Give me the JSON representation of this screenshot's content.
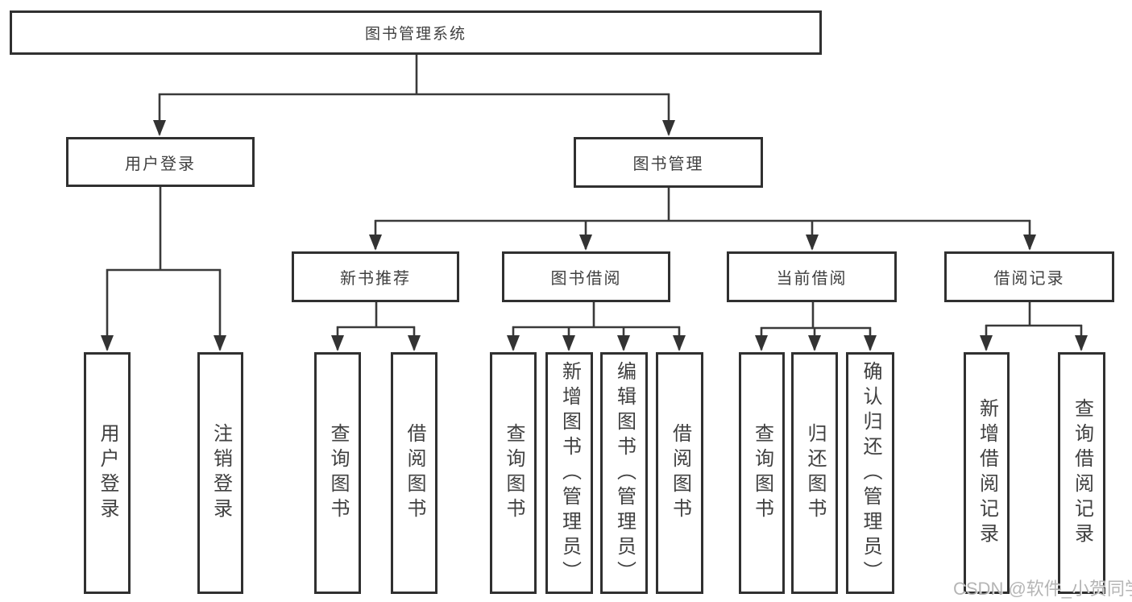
{
  "diagram": {
    "root": {
      "label": "图书管理系统"
    },
    "level2": [
      {
        "label": "用户登录"
      },
      {
        "label": "图书管理"
      }
    ],
    "level3": [
      {
        "label": "新书推荐",
        "parent": "图书管理"
      },
      {
        "label": "图书借阅",
        "parent": "图书管理"
      },
      {
        "label": "当前借阅",
        "parent": "图书管理"
      },
      {
        "label": "借阅记录",
        "parent": "图书管理"
      }
    ],
    "leaves": [
      {
        "label": "用户登录",
        "parent": "用户登录"
      },
      {
        "label": "注销登录",
        "parent": "用户登录"
      },
      {
        "label": "查询图书",
        "parent": "新书推荐"
      },
      {
        "label": "借阅图书",
        "parent": "新书推荐"
      },
      {
        "label": "查询图书",
        "parent": "图书借阅"
      },
      {
        "label": "新增图书（管理员）",
        "parent": "图书借阅"
      },
      {
        "label": "编辑图书（管理员）",
        "parent": "图书借阅"
      },
      {
        "label": "借阅图书",
        "parent": "图书借阅"
      },
      {
        "label": "查询图书",
        "parent": "当前借阅"
      },
      {
        "label": "归还图书",
        "parent": "当前借阅"
      },
      {
        "label": "确认归还（管理员）",
        "parent": "当前借阅"
      },
      {
        "label": "新增借阅记录",
        "parent": "借阅记录"
      },
      {
        "label": "查询借阅记录",
        "parent": "借阅记录"
      }
    ]
  },
  "watermark": {
    "text": "CSDN @软件_小贺同学"
  },
  "colors": {
    "box_border": "#303030",
    "connector_line": "#3a3a3a",
    "arrowhead": "#333333",
    "text": "#404040",
    "background": "#ffffff",
    "watermark": "#a8a8a8"
  }
}
